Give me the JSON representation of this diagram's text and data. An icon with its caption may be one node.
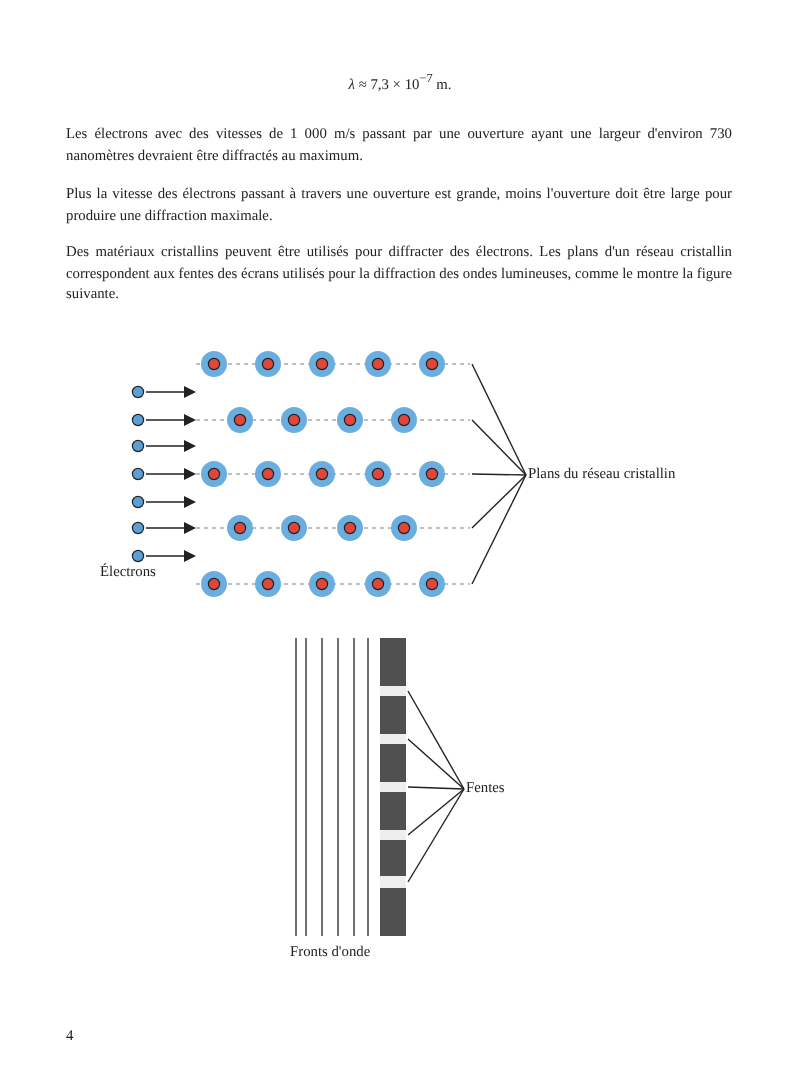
{
  "diagram": {
    "nodes": [
      {
        "text": [
          "Plans du réseau cristallin"
        ]
      },
      {
        "text": [
          "Fentes"
        ]
      },
      {
        "text": [],
        "shape": "line"
      },
      {
        "text": [],
        "shape": "line"
      },
      {
        "text": [],
        "shape": "line"
      },
      {
        "text": [],
        "shape": "line"
      },
      {
        "text": [],
        "shape": "line"
      },
      {
        "text": [],
        "shape": "slit"
      },
      {
        "text": [],
        "shape": "slit"
      },
      {
        "text": [],
        "shape": "slit"
      },
      {
        "text": [],
        "shape": "slit"
      },
      {
        "text": [],
        "shape": "slit"
      }
    ],
    "edges": [
      {
        "from": 0,
        "to": 2,
        "arrow": "none"
      },
      {
        "from": 0,
        "to": 3,
        "arrow": "none"
      },
      {
        "from": 0,
        "to": 4,
        "arrow": "none"
      },
      {
        "from": 0,
        "to": 5,
        "arrow": "none"
      },
      {
        "from": 0,
        "to": 6,
        "arrow": "none"
      },
      {
        "from": 1,
        "to": 7,
        "arrow": "none"
      },
      {
        "from": 1,
        "to": 8,
        "arrow": "none"
      },
      {
        "from": 1,
        "to": 9,
        "arrow": "none"
      },
      {
        "from": 1,
        "to": 10,
        "arrow": "none"
      },
      {
        "from": 1,
        "to": 11,
        "arrow": "none"
      }
    ],
    "labels": [
      "*λ* ≈ 7,3 × 10$^{−7}$ m.",
      "Les électrons avec des vitesses de 1 000 m/s passant par une ouverture ayant une largeur d'environ 730 nanomètres devraient être diffractés au maximum.",
      "Plus la vitesse des électrons passant à travers une ouverture est grande, moins l'ouverture doit être large pour produire une diffraction maximale.",
      "Des matériaux cristallins peuvent être utilisés pour diffracter des électrons. Les plans d'un réseau cristallin correspondent aux fentes des écrans utilisés pour la diffraction des ondes lumineuses, comme le montre la figure suivante.",
      "Électrons",
      "Fronts d'onde",
      "4"
    ]
  }
}
